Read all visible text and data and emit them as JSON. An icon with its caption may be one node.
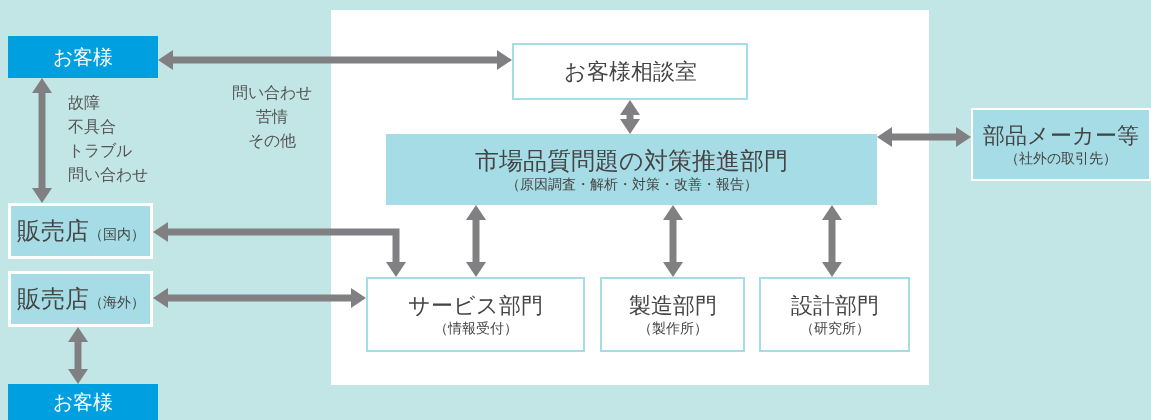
{
  "diagram": {
    "nodes": [
      {
        "text": [
          "お客様"
        ]
      },
      {
        "text": [
          "お客様相談室"
        ]
      },
      {
        "text": [
          "市場品質問題の対策推進部門",
          "（原因調査・解析・対策・改善・報告）"
        ]
      },
      {
        "text": [
          "部品メーカー等",
          "（社外の取引先）"
        ]
      },
      {
        "text": [
          "販売店",
          "（国内）"
        ]
      },
      {
        "text": [
          "販売店",
          "（海外）"
        ]
      },
      {
        "text": [
          "お客様"
        ]
      },
      {
        "text": [
          "サービス部門",
          "（情報受付）"
        ]
      },
      {
        "text": [
          "製造部門",
          "（製作所）"
        ]
      },
      {
        "text": [
          "設計部門",
          "（研究所）"
        ]
      }
    ],
    "edges": [
      {
        "from": 0,
        "to": 1,
        "arrow": "both"
      },
      {
        "from": 0,
        "to": 4,
        "arrow": "both"
      },
      {
        "from": 1,
        "to": 2,
        "arrow": "both"
      },
      {
        "from": 2,
        "to": 3,
        "arrow": "both"
      },
      {
        "from": 4,
        "to": 7,
        "arrow": "both"
      },
      {
        "from": 5,
        "to": 7,
        "arrow": "both"
      },
      {
        "from": 2,
        "to": 7,
        "arrow": "both"
      },
      {
        "from": 2,
        "to": 8,
        "arrow": "both"
      },
      {
        "from": 2,
        "to": 9,
        "arrow": "both"
      },
      {
        "from": 5,
        "to": 6,
        "arrow": "both"
      }
    ],
    "labels": [
      "問い合わせ",
      "苦情",
      "その他",
      "故障",
      "不具合",
      "トラブル",
      "問い合わせ"
    ]
  }
}
